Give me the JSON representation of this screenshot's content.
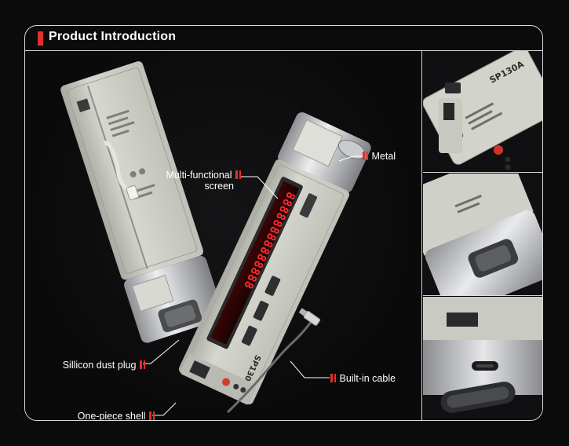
{
  "header": {
    "title": "Product Introduction"
  },
  "callouts": {
    "metal": "Metal",
    "screen_line1": "Multi-functional",
    "screen_line2": "screen",
    "dust_plug": "Sillicon dust plug",
    "cable": "Built-in cable",
    "shell": "One-piece shell"
  },
  "device": {
    "model": "SP130A",
    "display_digits": "88888888888888"
  },
  "colors": {
    "accent": "#e0322b",
    "frame": "#d9d9d9",
    "background": "#0b0b0c",
    "shell": "#cfd0c8",
    "display": "#ff2a2a"
  }
}
